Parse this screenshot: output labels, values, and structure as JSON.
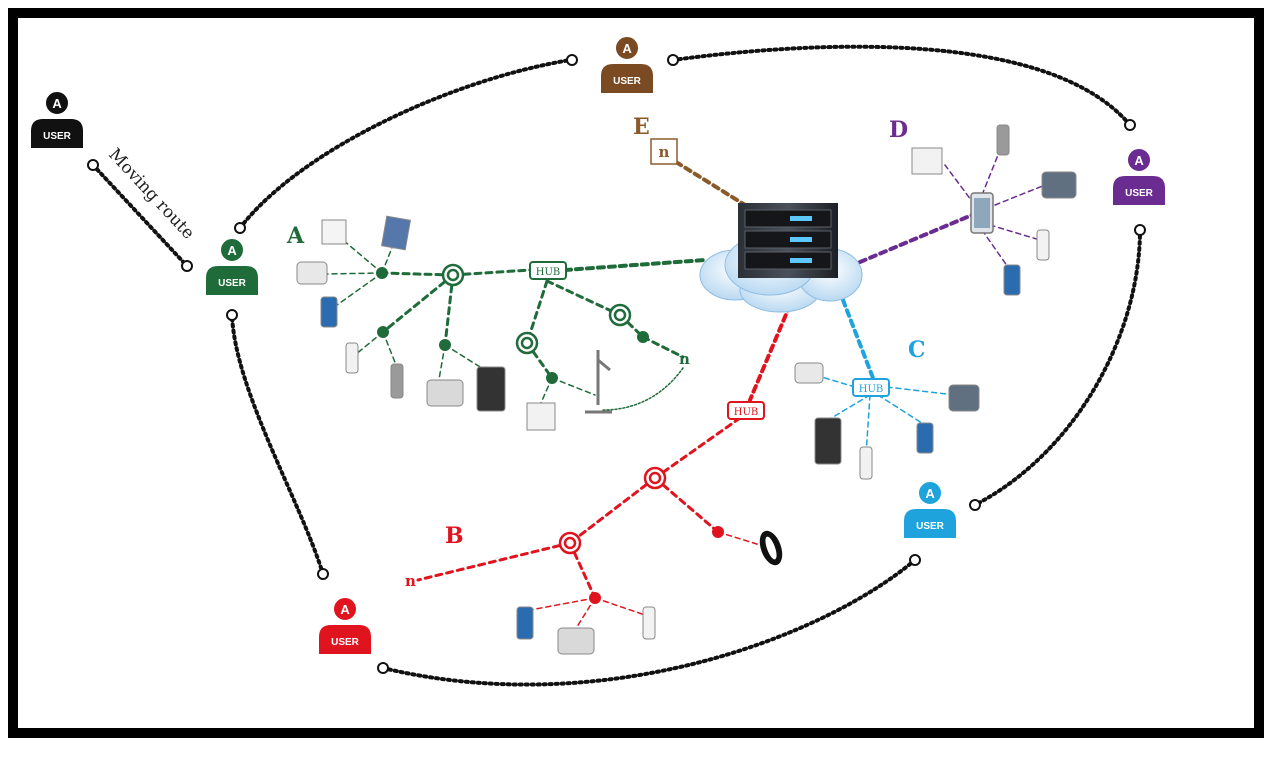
{
  "colors": {
    "A": "#1f6b3a",
    "B": "#e0141e",
    "C": "#1ea3dc",
    "D": "#6a2c91",
    "E": "#8b5a2b",
    "route": "#111111",
    "user_black": "#111111"
  },
  "users": [
    {
      "id": "user-black",
      "badge": "A",
      "label": "USER",
      "color": "#111111"
    },
    {
      "id": "user-brown",
      "badge": "A",
      "label": "USER",
      "color": "#7a4a22"
    },
    {
      "id": "user-purple",
      "badge": "A",
      "label": "USER",
      "color": "#6a2c91"
    },
    {
      "id": "user-green",
      "badge": "A",
      "label": "USER",
      "color": "#1f6b3a"
    },
    {
      "id": "user-blue",
      "badge": "A",
      "label": "USER",
      "color": "#1ea3dc"
    },
    {
      "id": "user-red",
      "badge": "A",
      "label": "USER",
      "color": "#e0141e"
    }
  ],
  "moving_route_label": "Moving route",
  "network_labels": {
    "A": "A",
    "B": "B",
    "C": "C",
    "D": "D",
    "E": "E"
  },
  "hub_label": "HUB",
  "n_label": "n",
  "icons": {
    "server": "cloud-server-icon",
    "hub": "hub-icon",
    "relay": "relay-node-icon",
    "device": "medical-device-icon",
    "smartphone": "smartphone-icon",
    "band": "fitness-band-icon"
  }
}
